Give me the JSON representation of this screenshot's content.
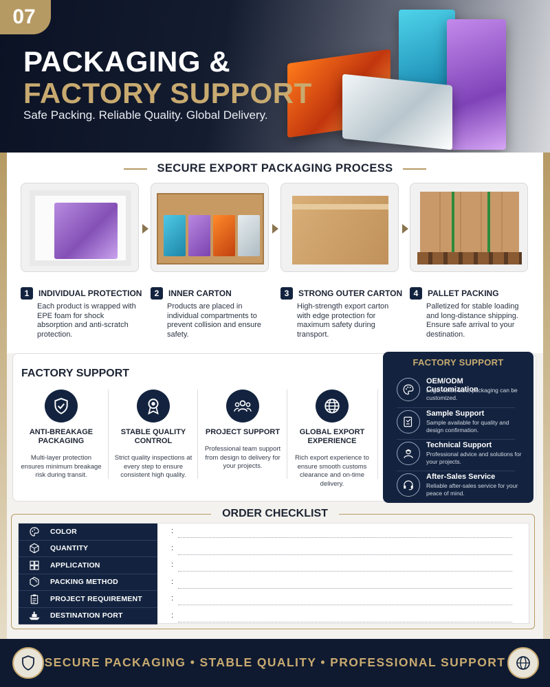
{
  "hero": {
    "badge": "07",
    "title_line1": "PACKAGING &",
    "title_line2": "FACTORY SUPPORT",
    "subtitle": "Safe Packing. Reliable Quality. Global Delivery."
  },
  "process": {
    "heading": "SECURE EXPORT PACKAGING PROCESS",
    "steps": [
      {
        "num": "1",
        "title": "INDIVIDUAL PROTECTION",
        "desc": "Each product is wrapped with EPE foam for shock absorption and anti-scratch protection."
      },
      {
        "num": "2",
        "title": "INNER CARTON",
        "desc": "Products are placed in individual compartments to prevent collision and ensure safety."
      },
      {
        "num": "3",
        "title": "STRONG OUTER CARTON",
        "desc": "High-strength export carton with edge protection for maximum safety during transport."
      },
      {
        "num": "4",
        "title": "PALLET PACKING",
        "desc": "Palletized for stable loading and long-distance shipping. Ensure safe arrival to your destination."
      }
    ]
  },
  "factory_support": {
    "heading": "FACTORY SUPPORT",
    "columns": [
      {
        "label": "ANTI-BREAKAGE PACKAGING",
        "desc": "Multi-layer protection ensures minimum breakage risk during transit.",
        "icon": "shield-check-icon"
      },
      {
        "label": "STABLE QUALITY CONTROL",
        "desc": "Strict quality inspections at every step to ensure consistent high quality.",
        "icon": "award-medal-icon"
      },
      {
        "label": "PROJECT SUPPORT",
        "desc": "Professional team support from design to delivery for your projects.",
        "icon": "team-icon"
      },
      {
        "label": "GLOBAL EXPORT EXPERIENCE",
        "desc": "Rich export experience to ensure smooth customs clearance and on-time delivery.",
        "icon": "globe-icon"
      }
    ],
    "panel": {
      "title": "FACTORY SUPPORT",
      "items": [
        {
          "title": "OEM/ODM Customization",
          "desc": "Logo, color, size, packaging can be customized.",
          "icon": "palette-icon"
        },
        {
          "title": "Sample Support",
          "desc": "Sample available for quality and design confirmation.",
          "icon": "sample-icon"
        },
        {
          "title": "Technical Support",
          "desc": "Professional advice and solutions for your projects.",
          "icon": "engineer-icon"
        },
        {
          "title": "After-Sales Service",
          "desc": "Reliable after-sales service for your peace of mind.",
          "icon": "headset-icon"
        }
      ]
    }
  },
  "checklist": {
    "heading": "ORDER CHECKLIST",
    "rows": [
      {
        "label": "COLOR",
        "value": ":",
        "icon": "palette-icon"
      },
      {
        "label": "QUANTITY",
        "value": ":",
        "icon": "box-icon"
      },
      {
        "label": "APPLICATION",
        "value": ":",
        "icon": "grid-icon"
      },
      {
        "label": "PACKING METHOD",
        "value": ":",
        "icon": "package-icon"
      },
      {
        "label": "PROJECT REQUIREMENT",
        "value": ":",
        "icon": "clipboard-icon"
      },
      {
        "label": "DESTINATION PORT",
        "value": ":",
        "icon": "ship-icon"
      }
    ]
  },
  "footer": {
    "text": "SECURE PACKAGING • STABLE QUALITY • PROFESSIONAL SUPPORT"
  },
  "colors": {
    "navy": "#13233f",
    "gold": "#b69a63",
    "gold_text": "#c8aa70"
  }
}
